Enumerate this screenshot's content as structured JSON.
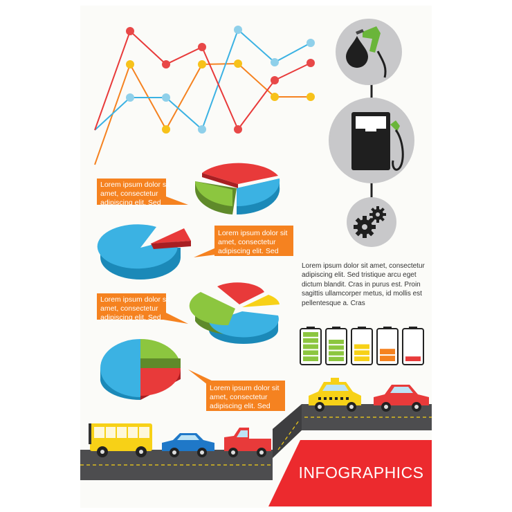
{
  "callouts": [
    {
      "lines": [
        "Lorem ipsum dolor sit",
        "amet, consectetur",
        "adipiscing elit. Sed"
      ]
    },
    {
      "lines": [
        "Lorem ipsum dolor sit",
        "amet, consectetur",
        "adipiscing elit. Sed"
      ]
    },
    {
      "lines": [
        "Lorem ipsum dolor sit",
        "amet, consectetur",
        "adipiscing elit. Sed"
      ]
    },
    {
      "lines": [
        "Lorem ipsum dolor sit",
        "amet, consectetur",
        "adipiscing elit. Sed"
      ]
    }
  ],
  "paragraph": {
    "lines": [
      "Lorem ipsum dolor sit amet, consectetur",
      "adipiscing elit. Sed tristique arcu eget",
      "dictum blandit. Cras in purus est. Proin",
      "sagittis ullamcorper metus, id mollis est",
      "pellentesque a. Cras"
    ]
  },
  "title": "INFOGRAPHICS",
  "colors": {
    "orange": "#f58220",
    "red": "#e83a3a",
    "blue": "#3bb2e3",
    "green": "#8cc63f",
    "yellow": "#f7d117",
    "gray_circle": "#c8c8ca",
    "road": "#4d4d4f",
    "banner_red": "#ec2a2e"
  },
  "icons": [
    "oil-drop-fuel-nozzle-icon",
    "fuel-pump-icon",
    "gears-icon"
  ],
  "batteries": [
    {
      "level": 1.0,
      "color": "#8cc63f"
    },
    {
      "level": 0.75,
      "color": "#8cc63f"
    },
    {
      "level": 0.6,
      "color": "#f7d117"
    },
    {
      "level": 0.45,
      "color": "#f58220"
    },
    {
      "level": 0.2,
      "color": "#e83a3a"
    }
  ],
  "vehicles": [
    "bus",
    "blue-car",
    "red-pickup-truck",
    "yellow-taxi",
    "red-car"
  ]
}
